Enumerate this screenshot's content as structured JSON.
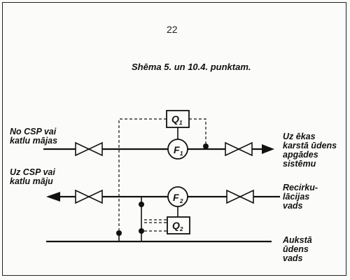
{
  "page_number": "22",
  "caption": "Shēma 5. un 10.4. punktam.",
  "labels": {
    "left_top": [
      "No CSP vai",
      "katlu mājas"
    ],
    "left_mid": [
      "Uz CSP vai",
      "katlu māju"
    ],
    "right_top": [
      "Uz ēkas",
      "karstā ūdens",
      "apgādes",
      "sistēmu"
    ],
    "right_mid": [
      "Recirku-",
      "lācijas",
      "vads"
    ],
    "right_bottom": [
      "Aukstā",
      "ūdens",
      "vads"
    ]
  },
  "instruments": {
    "q1": {
      "main": "Q",
      "sub": "1"
    },
    "q2": {
      "main": "Q",
      "sub": "2"
    },
    "f1": {
      "main": "F",
      "sub": "1"
    },
    "f2": {
      "main": "F",
      "sub": "2"
    }
  },
  "colors": {
    "ink": "#111111",
    "paper": "#fbfbf9"
  }
}
